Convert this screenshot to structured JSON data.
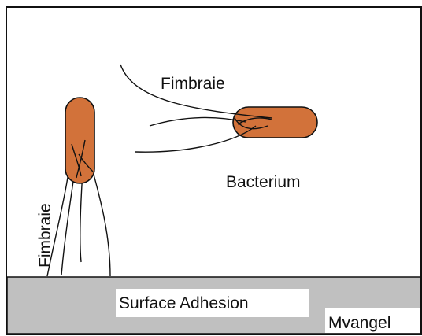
{
  "labels": {
    "fimbriae_top": "Fimbraie",
    "fimbriae_side": "Fimbraie",
    "bacterium": "Bacterium",
    "surface": "Surface Adhesion",
    "credit": "Mvangel"
  },
  "colors": {
    "bacterium_fill": "#d2723a",
    "surface_fill": "#c0c0c0",
    "outline": "#111111",
    "label_box": "#ffffff"
  }
}
